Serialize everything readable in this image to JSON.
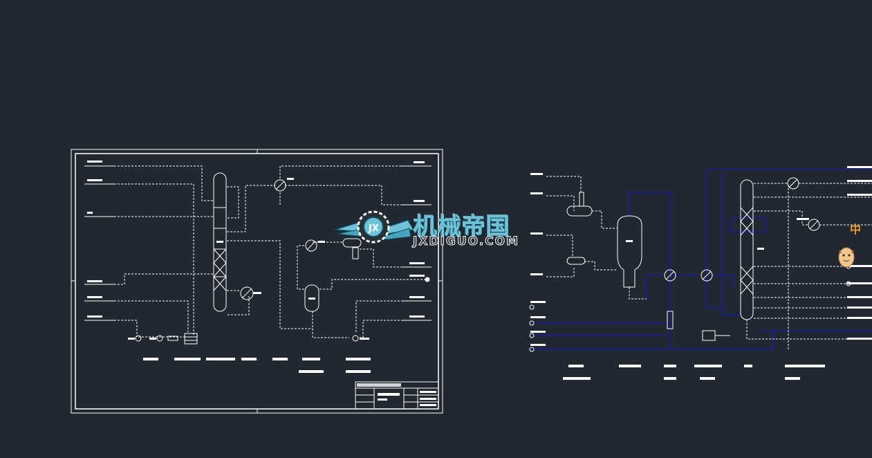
{
  "watermark": {
    "title": "机械帝国",
    "subtitle": "JXDIGUO.COM"
  },
  "overlay_badge": {
    "label": "中"
  },
  "colors": {
    "background": "#222831",
    "line": "#ffffff",
    "pipe_blue": "#1a1aa6",
    "watermark": "#6fc3d9",
    "badge": "#f39a2b"
  },
  "icons": {
    "watermark_logo": "winged-gear-icon",
    "mascot": "egg-mascot-icon"
  }
}
